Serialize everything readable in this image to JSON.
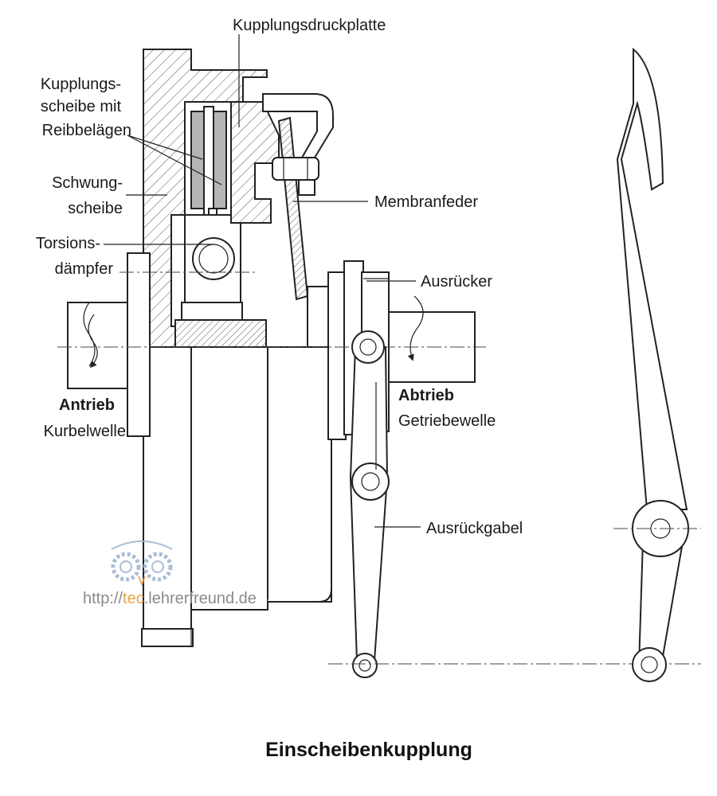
{
  "labels": {
    "pressure_plate": "Kupplungsdruckplatte",
    "clutch_disc": [
      "Kupplungs-",
      "scheibe mit",
      "Reibbelägen"
    ],
    "flywheel": [
      "Schwung-",
      "scheibe"
    ],
    "torsion_damper": [
      "Torsions-",
      "dämpfer"
    ],
    "diaphragm_spring": "Membranfeder",
    "release_bearing": "Ausrücker",
    "drive_title": "Antrieb",
    "drive_sub": "Kurbelwelle",
    "output_title": "Abtrieb",
    "output_sub": "Getriebewelle",
    "release_fork": "Ausrückgabel"
  },
  "watermark": {
    "prefix": "http://",
    "accent": "tec",
    "suffix": ".lehrerfreund.de"
  },
  "title": "Einscheibenkupplung",
  "colors": {
    "line": "#222222",
    "friction_lining": "#b5b5b5",
    "watermark_gray": "#8a8a8a",
    "watermark_accent": "#e8a34c",
    "watermark_gear": "#9bb3cf"
  },
  "icons": [
    "owl-gear-logo",
    "rotation-arrow-icon"
  ]
}
